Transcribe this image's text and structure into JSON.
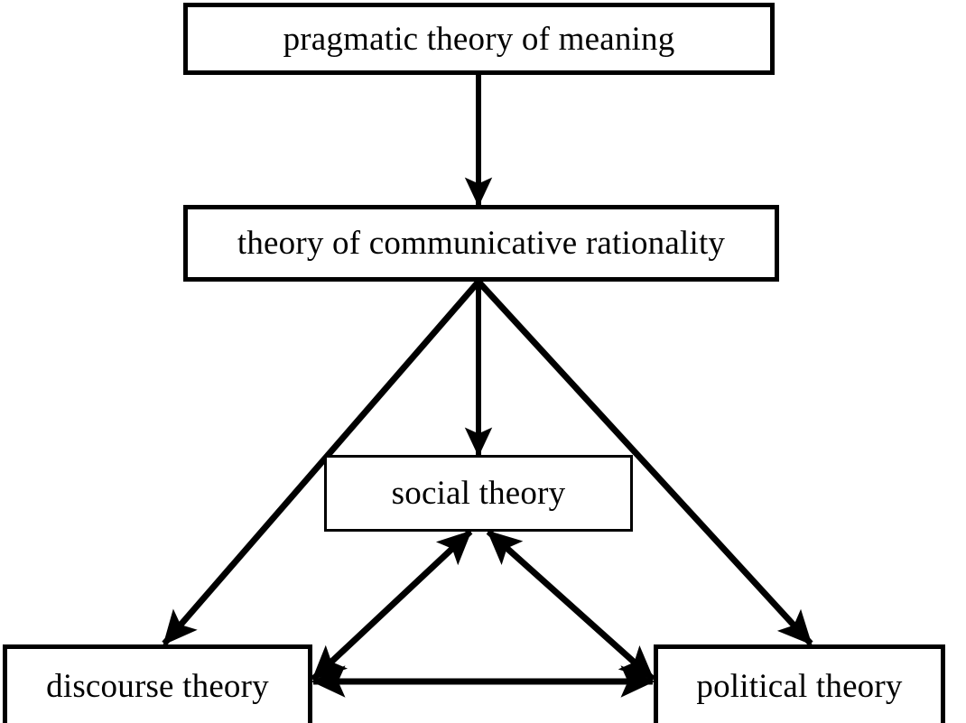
{
  "diagram": {
    "title": "pragmatic theory of meaning hierarchy",
    "background_color": "#ffffff",
    "line_color": "#000000",
    "nodes": [
      {
        "id": "pragmatic-theory-of-meaning",
        "label": "pragmatic theory of meaning"
      },
      {
        "id": "theory-of-communicative-rationality",
        "label": "theory of communicative rationality"
      },
      {
        "id": "social-theory",
        "label": "social theory"
      },
      {
        "id": "discourse-theory",
        "label": "discourse theory"
      },
      {
        "id": "political-theory",
        "label": "political theory"
      }
    ],
    "edges": [
      {
        "from": "pragmatic-theory-of-meaning",
        "to": "theory-of-communicative-rationality",
        "direction": "down",
        "arrowheads": 1
      },
      {
        "from": "theory-of-communicative-rationality",
        "to": "social-theory",
        "direction": "down",
        "arrowheads": 1
      },
      {
        "from": "theory-of-communicative-rationality",
        "to": "discourse-theory",
        "direction": "down-left",
        "arrowheads": 1
      },
      {
        "from": "theory-of-communicative-rationality",
        "to": "political-theory",
        "direction": "down-right",
        "arrowheads": 1
      },
      {
        "from": "discourse-theory",
        "to": "social-theory",
        "direction": "up-right",
        "arrowheads": 2
      },
      {
        "from": "political-theory",
        "to": "social-theory",
        "direction": "up-left",
        "arrowheads": 2
      },
      {
        "from": "discourse-theory",
        "to": "political-theory",
        "direction": "horizontal",
        "arrowheads": 2
      }
    ]
  }
}
